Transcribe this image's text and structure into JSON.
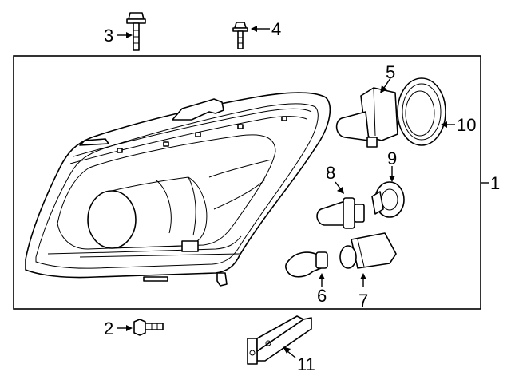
{
  "callouts": {
    "c1": "1",
    "c2": "2",
    "c3": "3",
    "c4": "4",
    "c5": "5",
    "c6": "6",
    "c7": "7",
    "c8": "8",
    "c9": "9",
    "c10": "10",
    "c11": "11"
  },
  "line_color": "#000000",
  "background": "#ffffff"
}
